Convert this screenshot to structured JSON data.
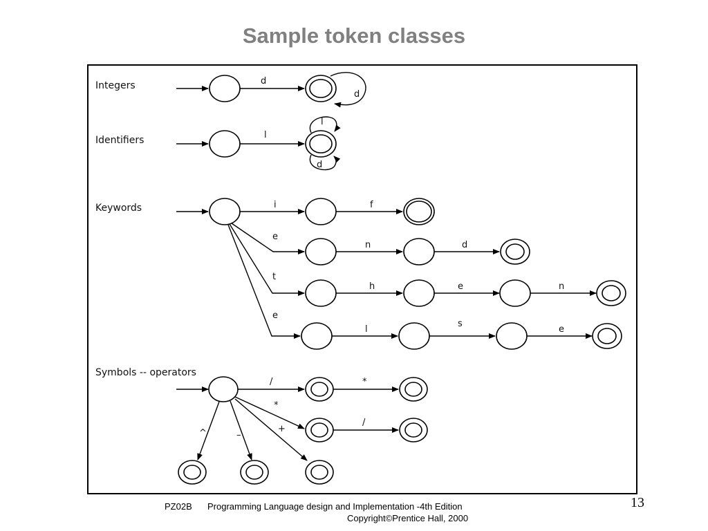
{
  "title": "Sample token classes",
  "categories": {
    "integers": "Integers",
    "identifiers": "Identifiers",
    "keywords": "Keywords",
    "symbols": "Symbols -- operators"
  },
  "edge_labels": {
    "int_d": "d",
    "int_loop_d": "d",
    "id_l": "l",
    "id_loop_l": "l",
    "id_loop_d": "d",
    "kw_i": "i",
    "kw_f": "f",
    "kw_e1": "e",
    "kw_n": "n",
    "kw_d": "d",
    "kw_t": "t",
    "kw_h": "h",
    "kw_e2": "e",
    "kw_n2": "n",
    "kw_e3": "e",
    "kw_l": "l",
    "kw_s": "s",
    "kw_e4": "e",
    "sym_slash": "/",
    "sym_star_after_slash": "*",
    "sym_star": "*",
    "sym_plus": "+",
    "sym_slash_after_star": "/",
    "sym_caret": "^",
    "sym_minus": "–"
  },
  "footer": {
    "course": "PZ02B",
    "book": "Programming Language design and Implementation -4th Edition",
    "copyright": "Copyright©Prentice Hall,  2000"
  },
  "page_number": "13"
}
